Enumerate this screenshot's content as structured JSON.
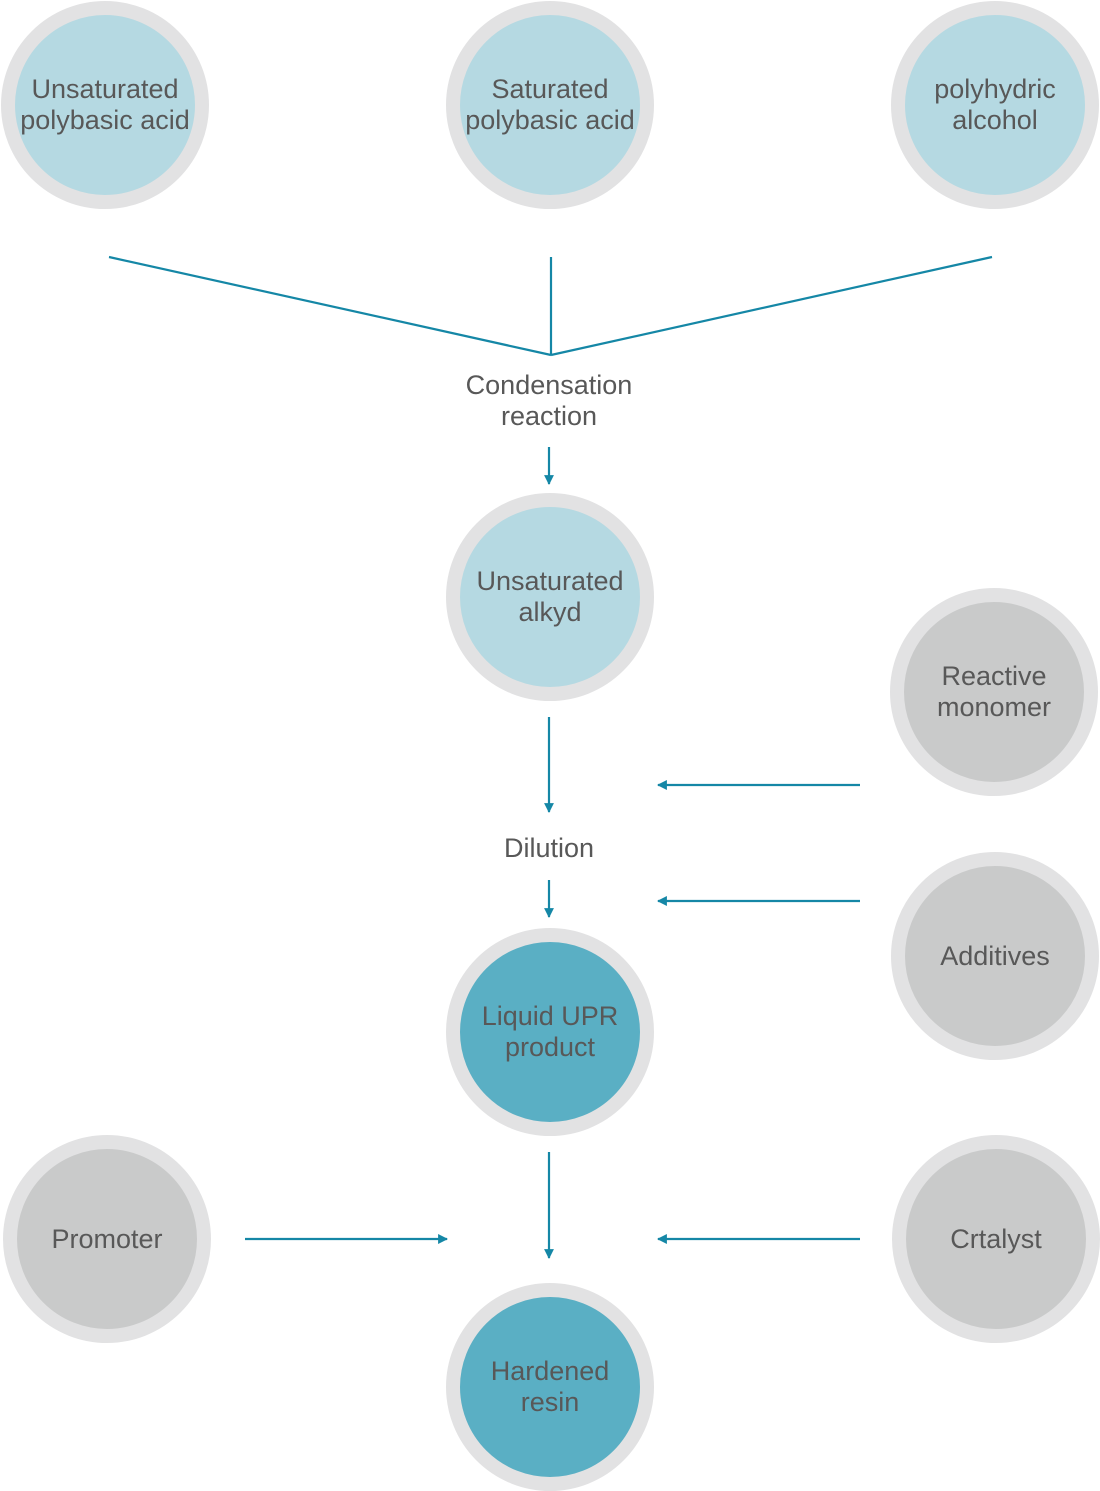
{
  "colors": {
    "raw_fill": "#b5d9e2",
    "product_fill": "#5aafc4",
    "additive_fill": "#c9caca",
    "ring": "#e2e2e3",
    "connector": "#1587a6",
    "text": "#585858"
  },
  "nodes": {
    "unsaturated_polybasic_acid": "Unsaturated\npolybasic acid",
    "saturated_polybasic_acid": "Saturated\npolybasic acid",
    "polyhydric_alcohol": "polyhydric\nalcohol",
    "unsaturated_alkyd": "Unsaturated\nalkyd",
    "reactive_monomer": "Reactive\nmonomer",
    "additives": "Additives",
    "liquid_upr_product": "Liquid UPR\nproduct",
    "promoter": "Promoter",
    "catalyst": "Crtalyst",
    "hardened_resin": "Hardened\nresin"
  },
  "steps": {
    "condensation": "Condensation\nreaction",
    "dilution": "Dilution"
  }
}
